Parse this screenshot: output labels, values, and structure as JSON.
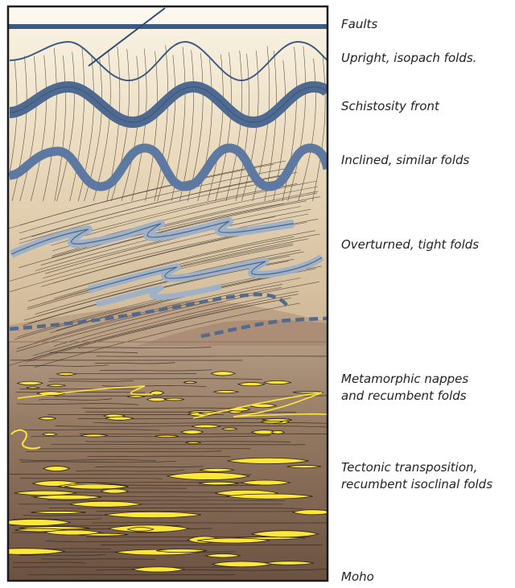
{
  "labels": {
    "faults": "Faults",
    "upright": "Upright, isopach folds.",
    "schistosity": "Schistosity front",
    "inclined": "Inclined, similar folds",
    "overturned": "Overturned, tight folds",
    "nappes_1": "Metamorphic nappes",
    "nappes_2": "and recumbent folds",
    "transposition_1": "Tectonic transposition,",
    "transposition_2": "recumbent isoclinal folds",
    "moho": "Moho"
  },
  "colors": {
    "frame": "#1a1a1a",
    "fold_layer": "#5a7396",
    "fold_layer_light": "#a6b6c8",
    "upper_crust_top": "#f8f2e2",
    "upper_crust_mid": "#d8c4a0",
    "nappe_zone": "#b79c81",
    "lower_crust": "#6e5443",
    "melt_lens": "#ffe63a"
  }
}
